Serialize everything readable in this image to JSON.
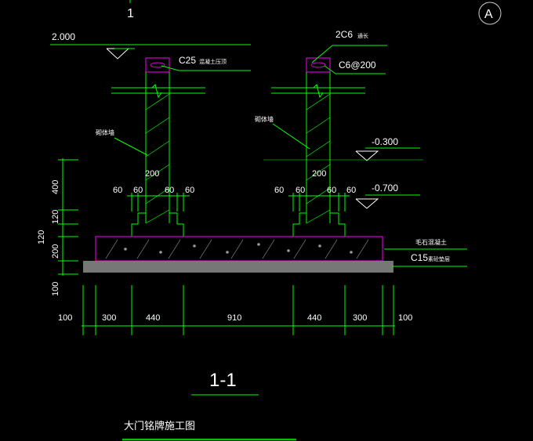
{
  "drawing": {
    "top_marker": "1",
    "axis_label": "A",
    "section_title": "1-1",
    "drawing_title": "大门铭牌施工图",
    "colors": {
      "background": "#000000",
      "structure": "#00ff00",
      "dimension": "#00ff00",
      "concrete_band": "#d000d0",
      "cushion": "#777777",
      "text": "#ffffff"
    },
    "elevations": {
      "top": "2.000",
      "mid": "-0.300",
      "bottom": "-0.700"
    },
    "annotations": {
      "cap_concrete": "C25",
      "cap_concrete_sub": "混凝土压顶",
      "rebar_main": "2C6",
      "rebar_main_sub": "通长",
      "rebar_stirrup": "C6@200",
      "masonry_left": "砌体墙",
      "masonry_right": "砌体墙",
      "rubble_concrete": "毛石混凝土",
      "cushion_grade": "C15",
      "cushion_sub": "素砼垫层"
    },
    "wall_widths": {
      "left": "200",
      "right": "200"
    },
    "offsets": {
      "left": [
        "60",
        "60",
        "60",
        "60"
      ],
      "right": [
        "60",
        "60",
        "60",
        "60"
      ]
    },
    "vertical_dims": [
      "400",
      "120",
      "120",
      "200",
      "100"
    ],
    "horizontal_dims": [
      "100",
      "300",
      "440",
      "910",
      "440",
      "300",
      "100"
    ]
  }
}
